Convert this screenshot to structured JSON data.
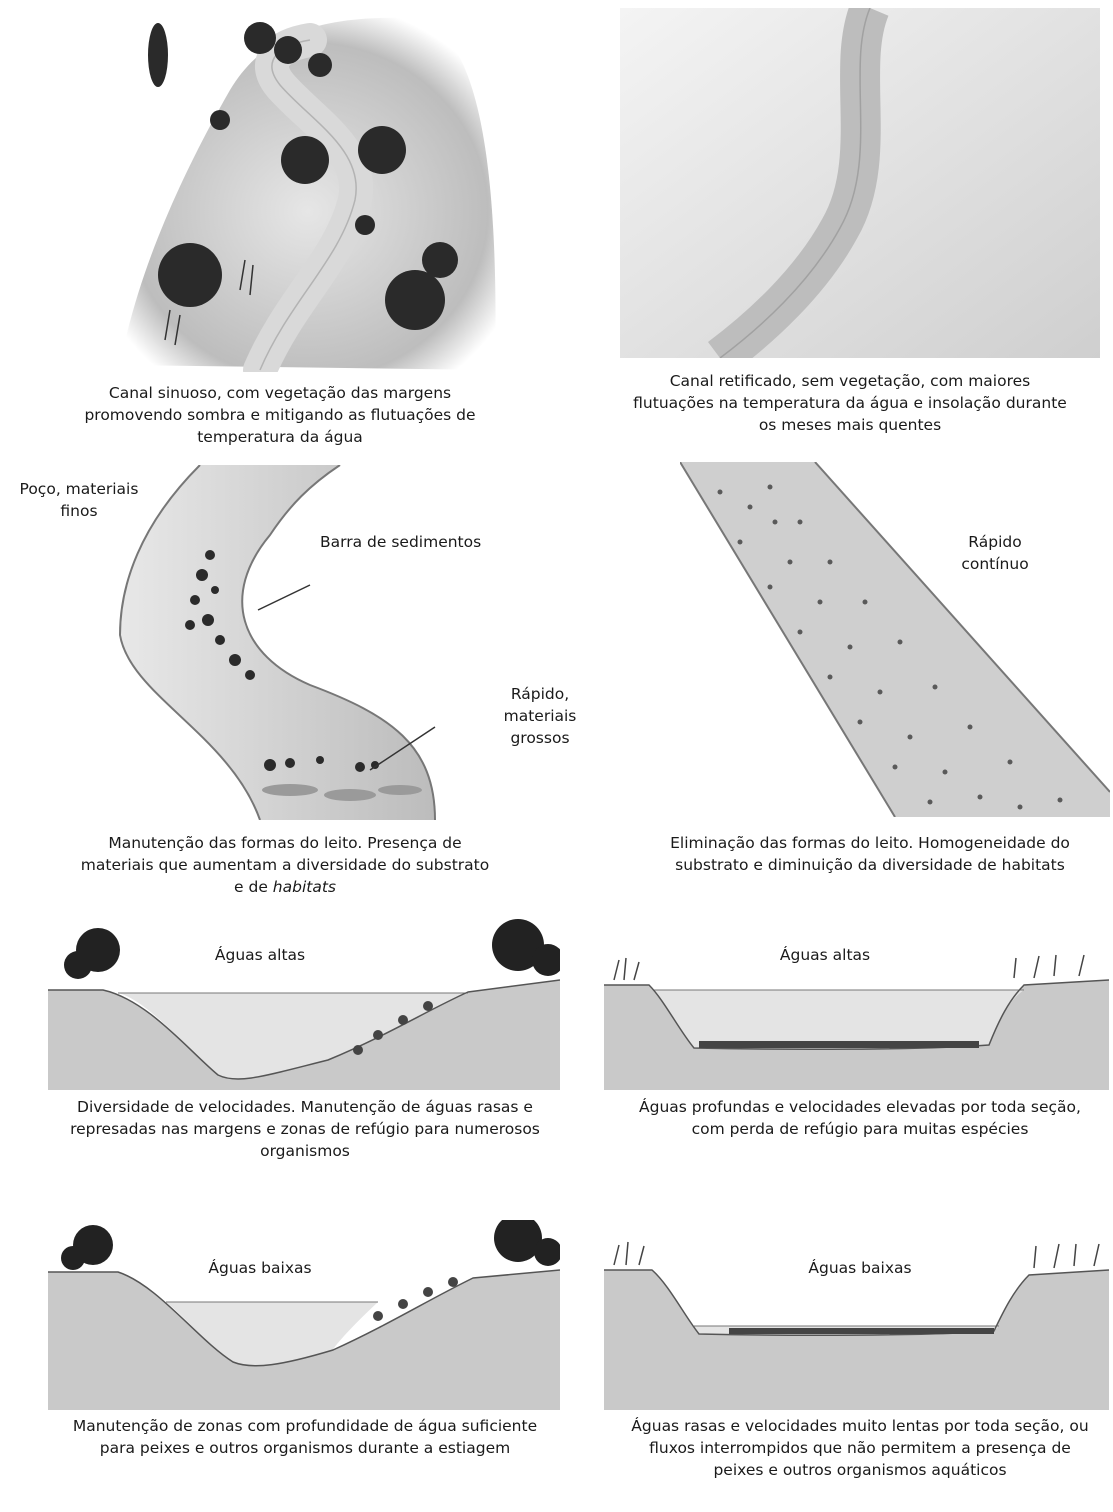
{
  "panels": {
    "sinuous": {
      "caption": "Canal sinuoso, com vegetação das margens promovendo sombra e mitigando as flutuações de temperatura da água"
    },
    "rectified": {
      "caption": "Canal retificado, sem vegetação, com maiores flutuações na temperatura da água e insolação durante os meses mais quentes"
    },
    "bedforms_kept": {
      "label_pool": "Poço, materiais finos",
      "label_bar": "Barra de sedimentos",
      "label_riffle": "Rápido, materiais grossos",
      "caption_main": "Manutenção das formas do leito. Presença de materiais que aumentam a diversidade do substrato e de ",
      "caption_italic": "habitats"
    },
    "bedforms_removed": {
      "label_riffle": "Rápido contínuo",
      "caption": "Eliminação das formas do leito. Homogeneidade do substrato e diminuição da diversidade de habitats"
    },
    "high_natural": {
      "label": "Águas altas",
      "caption": "Diversidade de velocidades. Manutenção de águas rasas e represadas nas margens e zonas de refúgio para numerosos organismos"
    },
    "high_channel": {
      "label": "Águas altas",
      "caption": "Águas profundas e velocidades elevadas por toda seção, com perda de refúgio para muitas espécies"
    },
    "low_natural": {
      "label": "Águas baixas",
      "caption": "Manutenção de zonas com profundidade de água suficiente para peixes e outros organismos durante a estiagem"
    },
    "low_channel": {
      "label": "Águas baixas",
      "caption": "Águas rasas e velocidades muito lentas por toda seção, ou fluxos interrompidos que não permitem a presença de peixes e outros organismos aquáticos"
    }
  }
}
